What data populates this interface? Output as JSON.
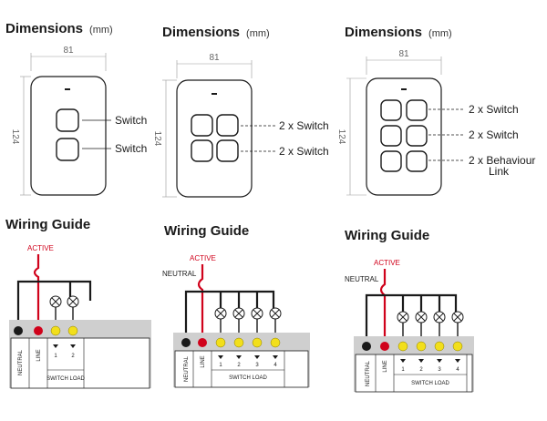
{
  "colors": {
    "line_red": "#d0021b",
    "wire_black": "#1a1a1a",
    "terminal_yellow": "#f2df1b",
    "panel_grey": "#cfcfcf",
    "dim_grey": "#999999"
  },
  "panels": [
    {
      "dimensions": {
        "title": "Dimensions",
        "unit": "(mm)",
        "width_value": "81",
        "height_value": "124",
        "button_layout": "1 column x 2 rows"
      },
      "callouts": [
        "Switch",
        "Switch"
      ],
      "wiring": {
        "title": "Wiring Guide",
        "active_label": "ACTIVE",
        "neutral_label": "",
        "terminals": [
          "NEUTRAL",
          "LINE"
        ],
        "load_numbers": [
          "1",
          "2"
        ],
        "load_caption": "SWITCH LOAD"
      }
    },
    {
      "dimensions": {
        "title": "Dimensions",
        "unit": "(mm)",
        "width_value": "81",
        "height_value": "124",
        "button_layout": "2 columns x 2 rows"
      },
      "callouts": [
        "2 x Switch",
        "2 x Switch"
      ],
      "wiring": {
        "title": "Wiring Guide",
        "active_label": "ACTIVE",
        "neutral_label": "NEUTRAL",
        "terminals": [
          "NEUTRAL",
          "LINE"
        ],
        "load_numbers": [
          "1",
          "2",
          "3",
          "4"
        ],
        "load_caption": "SWITCH LOAD"
      }
    },
    {
      "dimensions": {
        "title": "Dimensions",
        "unit": "(mm)",
        "width_value": "81",
        "height_value": "124",
        "button_layout": "2 columns x 3 rows"
      },
      "callouts": [
        "2 x Switch",
        "2 x Switch",
        "2 x Behaviour",
        "Link"
      ],
      "wiring": {
        "title": "Wiring Guide",
        "active_label": "ACTIVE",
        "neutral_label": "NEUTRAL",
        "terminals": [
          "NEUTRAL",
          "LINE"
        ],
        "load_numbers": [
          "1",
          "2",
          "3",
          "4"
        ],
        "load_caption": "SWITCH LOAD"
      }
    }
  ]
}
